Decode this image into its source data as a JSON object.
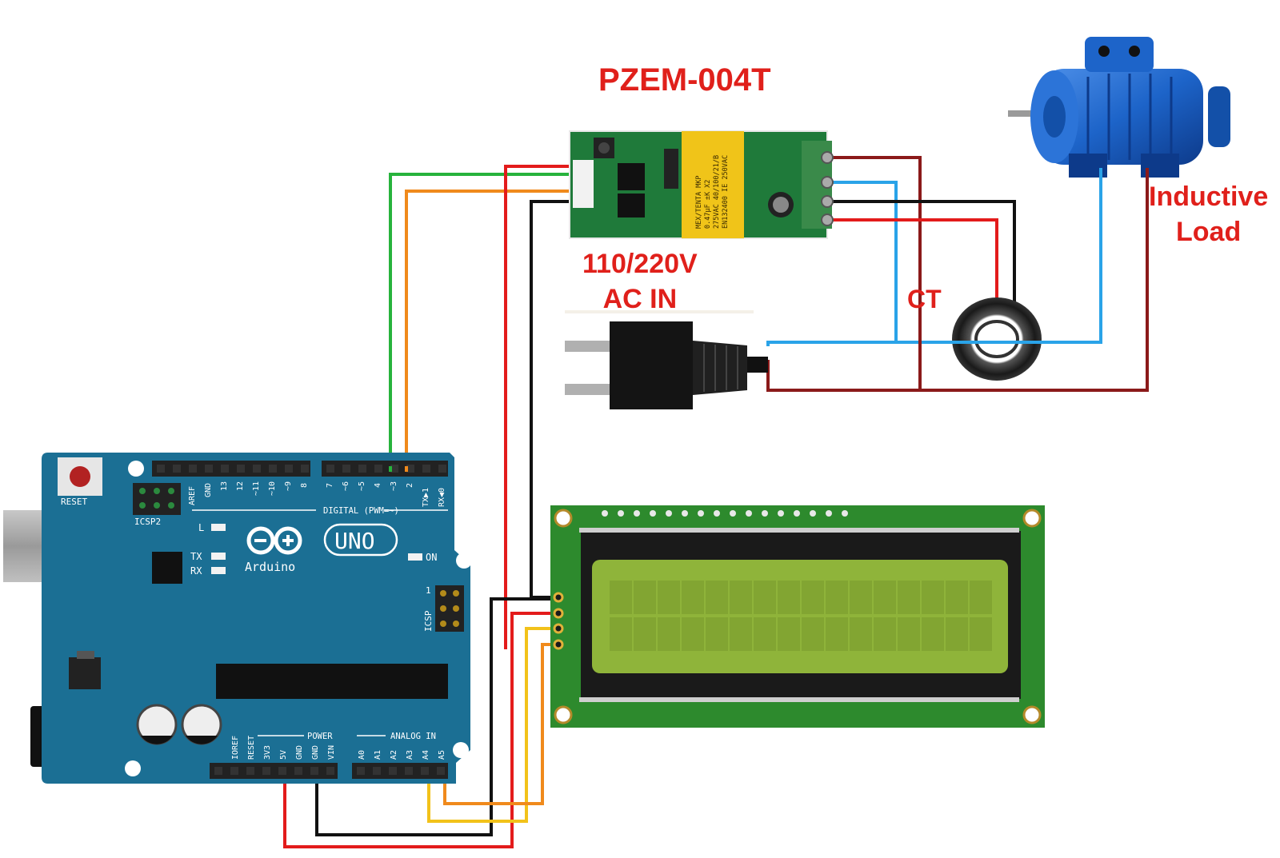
{
  "labels": {
    "module_title": "PZEM-004T",
    "ac_in_line1": "110/220V",
    "ac_in_line2": "AC IN",
    "ct": "CT",
    "load_line1": "Inductive",
    "load_line2": "Load"
  },
  "arduino": {
    "reset": "RESET",
    "icsp2": "ICSP2",
    "digital": "DIGITAL (PWM=~)",
    "logo_uno": "UNO",
    "logo_brand": "Arduino",
    "led_l": "L",
    "led_tx": "TX",
    "led_rx": "RX",
    "led_on": "ON",
    "icsp": "ICSP",
    "icsp_pin1": "1",
    "power": "POWER",
    "analog_in": "ANALOG IN",
    "aref": "AREF",
    "gnd": "GND",
    "d13": "13",
    "d12": "12",
    "d11": "~11",
    "d10": "~10",
    "d9": "~9",
    "d8": "8",
    "d7": "7",
    "d6": "~6",
    "d5": "~5",
    "d4": "4",
    "d3": "~3",
    "d2": "2",
    "d1": "TX▶1",
    "d0": "RX◀0",
    "ioref": "IOREF",
    "preset": "RESET",
    "v33": "3V3",
    "v5": "5V",
    "pgnd1": "GND",
    "pgnd2": "GND",
    "vin": "VIN",
    "a0": "A0",
    "a1": "A1",
    "a2": "A2",
    "a3": "A3",
    "a4": "A4",
    "a5": "A5"
  },
  "pzem": {
    "capacitor_text": [
      "MEX/TENTA MKP",
      "0.47μF ±K X2",
      "275VAC 40/100/21/B",
      "EN132400 IE 250VAC"
    ]
  },
  "colors": {
    "label_red": "#e0201b",
    "board_blue": "#1b6f94",
    "lcd_pcb": "#2d8a2d",
    "lcd_screen": "#8fb43a",
    "motor_blue": "#1d64c9",
    "wire_red": "#e31b1b",
    "wire_darkred": "#8b1a1a",
    "wire_blue": "#2aa3e8",
    "wire_black": "#111111",
    "wire_green": "#27b33c",
    "wire_orange": "#f08a1c",
    "wire_yellow": "#f2c21a"
  },
  "icons": [
    "arduino-uno-board",
    "pzem-004t-module",
    "lcd-16x2-display",
    "ac-plug",
    "current-transformer",
    "electric-motor"
  ]
}
